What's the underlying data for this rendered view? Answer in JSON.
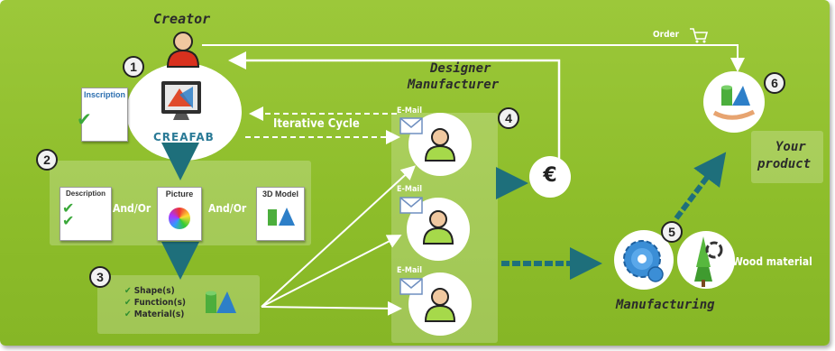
{
  "creator": {
    "title": "Creator",
    "logo": "CREAFAB",
    "inscription": "Inscription"
  },
  "steps": [
    "1",
    "2",
    "3",
    "4",
    "5",
    "6"
  ],
  "documents": {
    "description": "Description",
    "picture": "Picture",
    "model": "3D Model",
    "and_or_1": "And/Or",
    "and_or_2": "And/Or"
  },
  "criteria": [
    "Shape(s)",
    "Function(s)",
    "Material(s)"
  ],
  "cycle": {
    "label": "Iterative Cycle"
  },
  "designer": {
    "title_line1": "Designer",
    "title_line2": "Manufacturer",
    "email": "E-Mail"
  },
  "payment": {
    "symbol": "€"
  },
  "order": {
    "label": "Order"
  },
  "manufacturing": {
    "label": "Manufacturing",
    "material": "Wood material"
  },
  "product": {
    "line1": "Your",
    "line2": "product"
  },
  "colors": {
    "background": "#8dbd2a",
    "accent": "#1e6f7b",
    "text_dark": "#2b2b2b",
    "person_red": "#d9311e",
    "person_green": "#a6d94a"
  }
}
